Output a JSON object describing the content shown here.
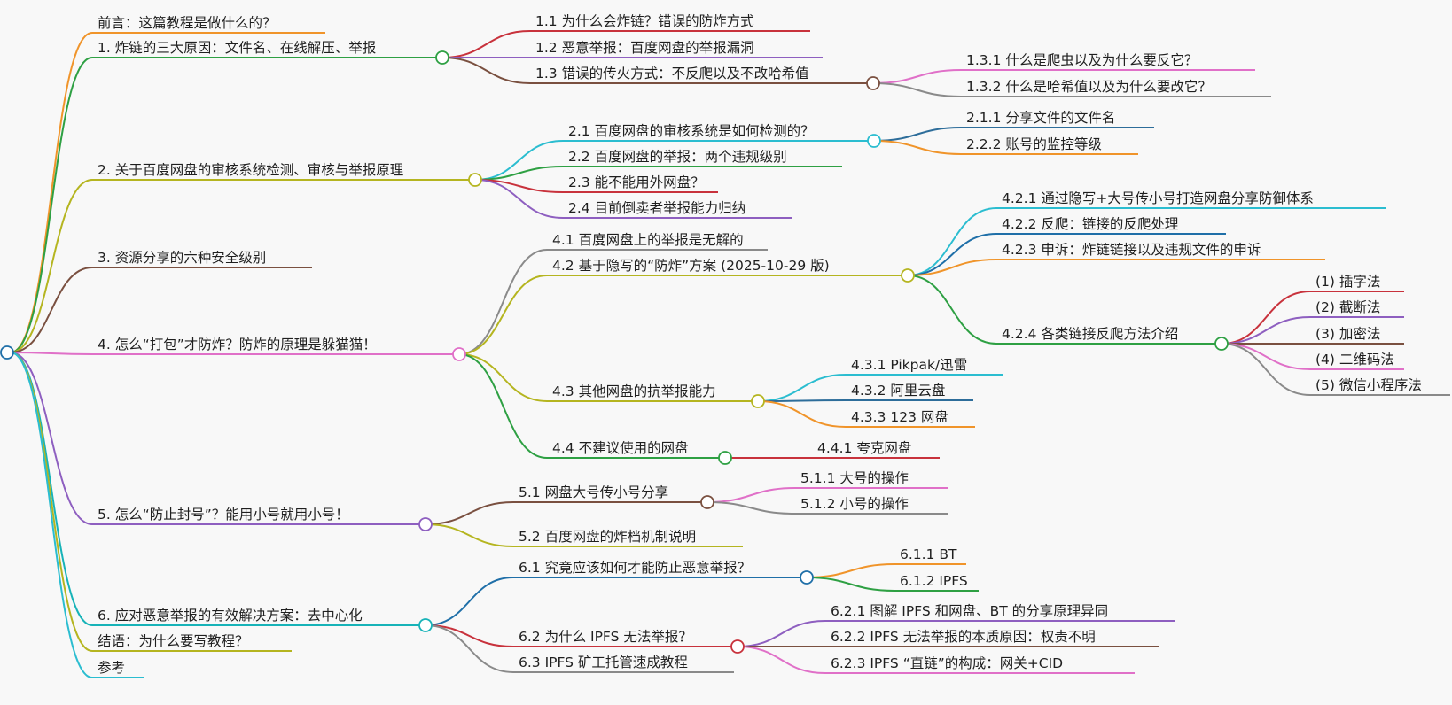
{
  "topics": {
    "n0": "前言：这篇教程是做什么的？",
    "n1": "1. 炸链的三大原因：文件名、在线解压、举报",
    "n1_1": "1.1 为什么会炸链？错误的防炸方式",
    "n1_2": "1.2 恶意举报：百度网盘的举报漏洞",
    "n1_3": "1.3 错误的传火方式：不反爬以及不改哈希值",
    "n1_3_1": "1.3.1 什么是爬虫以及为什么要反它？",
    "n1_3_2": "1.3.2 什么是哈希值以及为什么要改它？",
    "n2": "2. 关于百度网盘的审核系统检测、审核与举报原理",
    "n2_1": "2.1 百度网盘的审核系统是如何检测的？",
    "n2_1_1": "2.1.1 分享文件的文件名",
    "n2_2_2": "2.2.2 账号的监控等级",
    "n2_2": "2.2 百度网盘的举报：两个违规级别",
    "n2_3": "2.3 能不能用外网盘？",
    "n2_4": "2.4 目前倒卖者举报能力归纳",
    "n3": "3. 资源分享的六种安全级别",
    "n4": "4. 怎么“打包”才防炸？防炸的原理是躲猫猫！",
    "n4_1": "4.1 百度网盘上的举报是无解的",
    "n4_2": "4.2 基于隐写的“防炸”方案 (2025-10-29 版)",
    "n4_2_1": "4.2.1 通过隐写+大号传小号打造网盘分享防御体系",
    "n4_2_2": "4.2.2 反爬：链接的反爬处理",
    "n4_2_3": "4.2.3 申诉：炸链链接以及违规文件的申诉",
    "n4_2_4": "4.2.4 各类链接反爬方法介绍",
    "n4_2_4_1": "(1) 插字法",
    "n4_2_4_2": "(2) 截断法",
    "n4_2_4_3": "(3) 加密法",
    "n4_2_4_4": "(4) 二维码法",
    "n4_2_4_5": "(5) 微信小程序法",
    "n4_3": "4.3 其他网盘的抗举报能力",
    "n4_3_1": "4.3.1 Pikpak/迅雷",
    "n4_3_2": "4.3.2 阿里云盘",
    "n4_3_3": "4.3.3 123 网盘",
    "n4_4": "4.4 不建议使用的网盘",
    "n4_4_1": "4.4.1 夸克网盘",
    "n5": "5. 怎么“防止封号”？能用小号就用小号！",
    "n5_1": "5.1 网盘大号传小号分享",
    "n5_1_1": "5.1.1 大号的操作",
    "n5_1_2": "5.1.2 小号的操作",
    "n5_2": "5.2 百度网盘的炸档机制说明",
    "n6": "6. 应对恶意举报的有效解决方案：去中心化",
    "n6_1": "6.1 究竟应该如何才能防止恶意举报？",
    "n6_1_1": "6.1.1 BT",
    "n6_1_2": "6.1.2 IPFS",
    "n6_2": "6.2 为什么 IPFS 无法举报？",
    "n6_2_1": "6.2.1 图解 IPFS 和网盘、BT 的分享原理异同",
    "n6_2_2": "6.2.2 IPFS 无法举报的本质原因：权责不明",
    "n6_2_3": "6.2.3 IPFS “直链”的构成：网关+CID",
    "n6_3": "6.3 IPFS 矿工托管速成教程",
    "n7": "结语：为什么要写教程？",
    "n8": "参考"
  },
  "colors": {
    "orange": "#f0942a",
    "green": "#2ea043",
    "red": "#c8323c",
    "purple": "#8e5fc0",
    "brown": "#7a5040",
    "pink": "#e070c8",
    "gray": "#8a8a8a",
    "cyan": "#2bbdd0",
    "olive": "#b5b520",
    "blue": "#1f6fa8",
    "teal": "#17b3b8",
    "navy": "#2d6d9a"
  }
}
